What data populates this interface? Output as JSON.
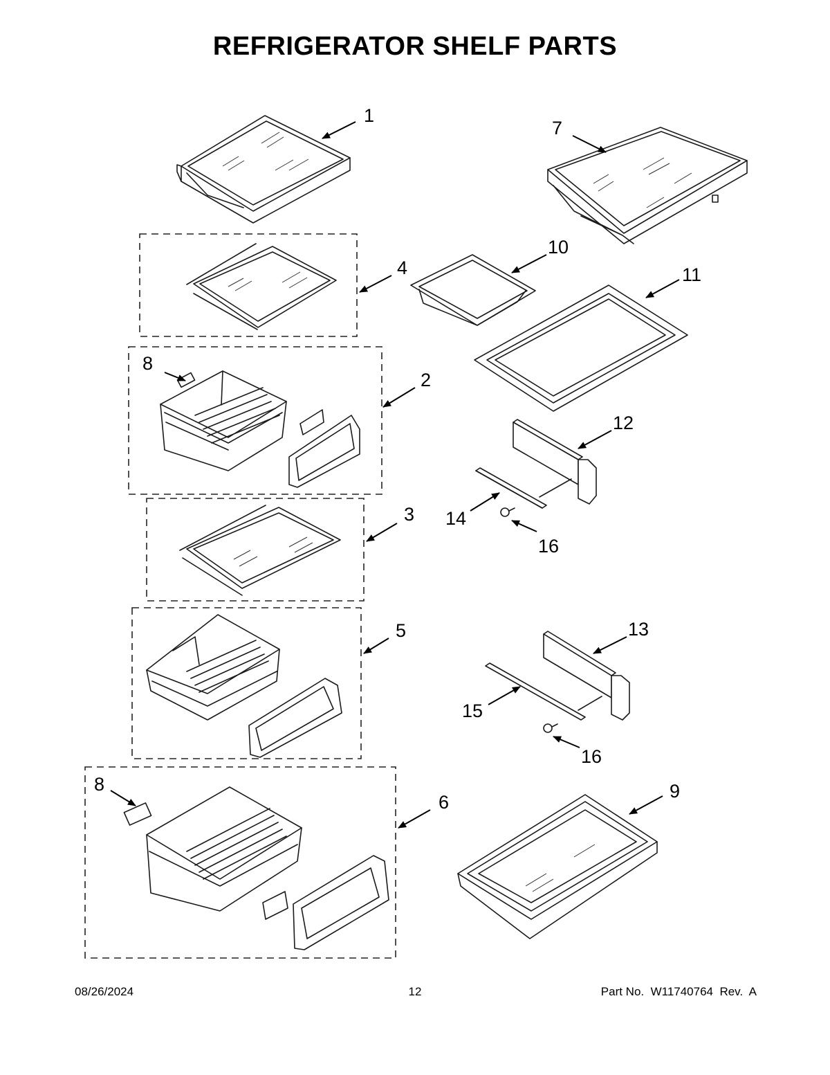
{
  "title": "REFRIGERATOR SHELF PARTS",
  "callouts": {
    "c1": "1",
    "c2": "2",
    "c3": "3",
    "c4": "4",
    "c5": "5",
    "c6": "6",
    "c7": "7",
    "c8a": "8",
    "c8b": "8",
    "c9": "9",
    "c10": "10",
    "c11": "11",
    "c12": "12",
    "c13": "13",
    "c14": "14",
    "c15": "15",
    "c16a": "16",
    "c16b": "16"
  },
  "footer": {
    "date": "08/26/2024",
    "page": "12",
    "part": "Part No.  W11740764  Rev.  A"
  }
}
